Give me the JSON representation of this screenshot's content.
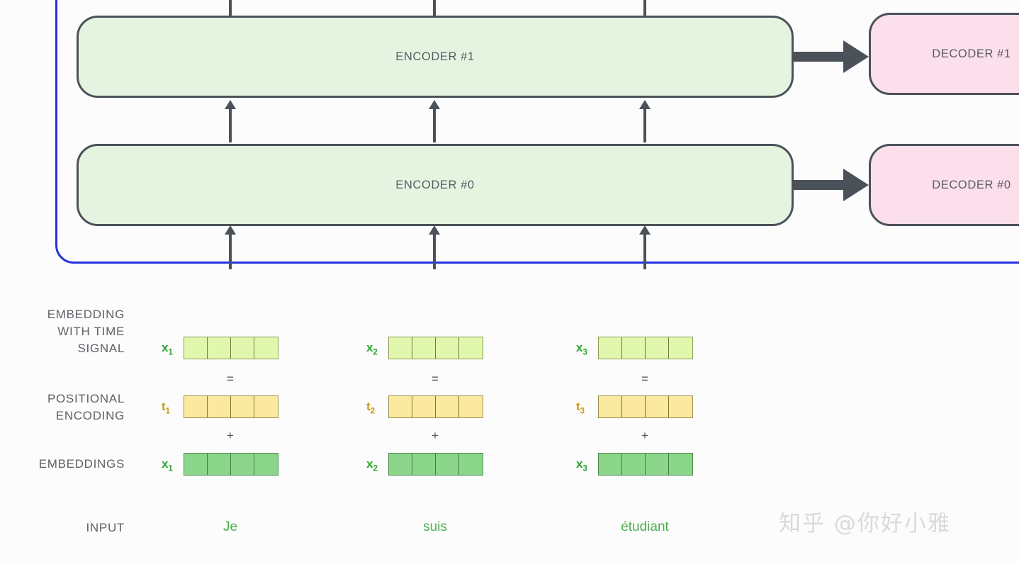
{
  "diagram": {
    "title": "Transformer encoder-decoder input embedding diagram",
    "colors": {
      "encoder_fill": "#e4f4e0",
      "decoder_fill": "#fbdfeb",
      "block_stroke": "#4b5159",
      "boundary_blue": "#2431e0",
      "embedding_with_time_signal_fill": "#e2f7ae",
      "positional_encoding_fill": "#fae99e",
      "embeddings_fill": "#8cd68c",
      "label_gray": "#606068",
      "word_green": "#4cb04c",
      "tag_green": "#2aa22a",
      "tag_yellow": "#c89a10",
      "watermark_gray": "#d9d9d9"
    }
  },
  "stack": {
    "encoders": [
      {
        "label": "ENCODER #1"
      },
      {
        "label": "ENCODER #0"
      }
    ],
    "decoders": [
      {
        "label": "DECODER #1"
      },
      {
        "label": "DECODER #0"
      }
    ]
  },
  "rows": [
    {
      "label_lines": [
        "EMBEDDING",
        "WITH TIME",
        "SIGNAL"
      ],
      "label_text": "EMBEDDING WITH TIME SIGNAL",
      "style": "light-green",
      "cells_per_vector": 4,
      "tags": [
        "x1",
        "x2",
        "x3"
      ],
      "tag_base": "x",
      "tag_subs": [
        "1",
        "2",
        "3"
      ]
    },
    {
      "label_lines": [
        "POSITIONAL",
        "ENCODING"
      ],
      "label_text": "POSITIONAL ENCODING",
      "style": "yellow",
      "cells_per_vector": 4,
      "tags": [
        "t1",
        "t2",
        "t3"
      ],
      "tag_base": "t",
      "tag_subs": [
        "1",
        "2",
        "3"
      ]
    },
    {
      "label_lines": [
        "EMBEDDINGS"
      ],
      "label_text": "EMBEDDINGS",
      "style": "green",
      "cells_per_vector": 4,
      "tags": [
        "x1",
        "x2",
        "x3"
      ],
      "tag_base": "x",
      "tag_subs": [
        "1",
        "2",
        "3"
      ]
    }
  ],
  "operators": {
    "equals": "=",
    "plus": "+"
  },
  "input": {
    "label": "INPUT",
    "words": [
      "Je",
      "suis",
      "étudiant"
    ]
  },
  "watermark": {
    "text": "知乎 @你好小雅"
  }
}
